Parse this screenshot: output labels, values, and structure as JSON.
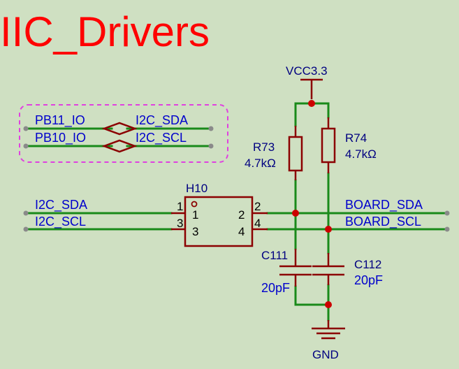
{
  "title": "IIC_Drivers",
  "power": {
    "label": "VCC3.3"
  },
  "ground": {
    "label": "GND"
  },
  "net_ports": {
    "pb11_io": "PB11_IO",
    "pb10_io": "PB10_IO",
    "i2c_sda_alias": "I2C_SDA",
    "i2c_scl_alias": "I2C_SCL"
  },
  "nets": {
    "i2c_sda": "I2C_SDA",
    "i2c_scl": "I2C_SCL",
    "board_sda": "BOARD_SDA",
    "board_scl": "BOARD_SCL"
  },
  "connector": {
    "ref": "H10",
    "pin_1": "1",
    "pin_2": "2",
    "pin_3": "3",
    "pin_4": "4"
  },
  "resistors": [
    {
      "ref": "R73",
      "value": "4.7kΩ"
    },
    {
      "ref": "R74",
      "value": "4.7kΩ"
    }
  ],
  "capacitors": [
    {
      "ref": "C111",
      "value": "20pF"
    },
    {
      "ref": "C112",
      "value": "20pF"
    }
  ],
  "colors": {
    "background": "#cfe0c2",
    "wire": "#1a8a1a",
    "component": "#8b0000",
    "junction": "#cc0000",
    "title": "#ff0000",
    "net_label": "#0000cc",
    "part_label": "#000080",
    "port_frame": "#e040e0"
  }
}
